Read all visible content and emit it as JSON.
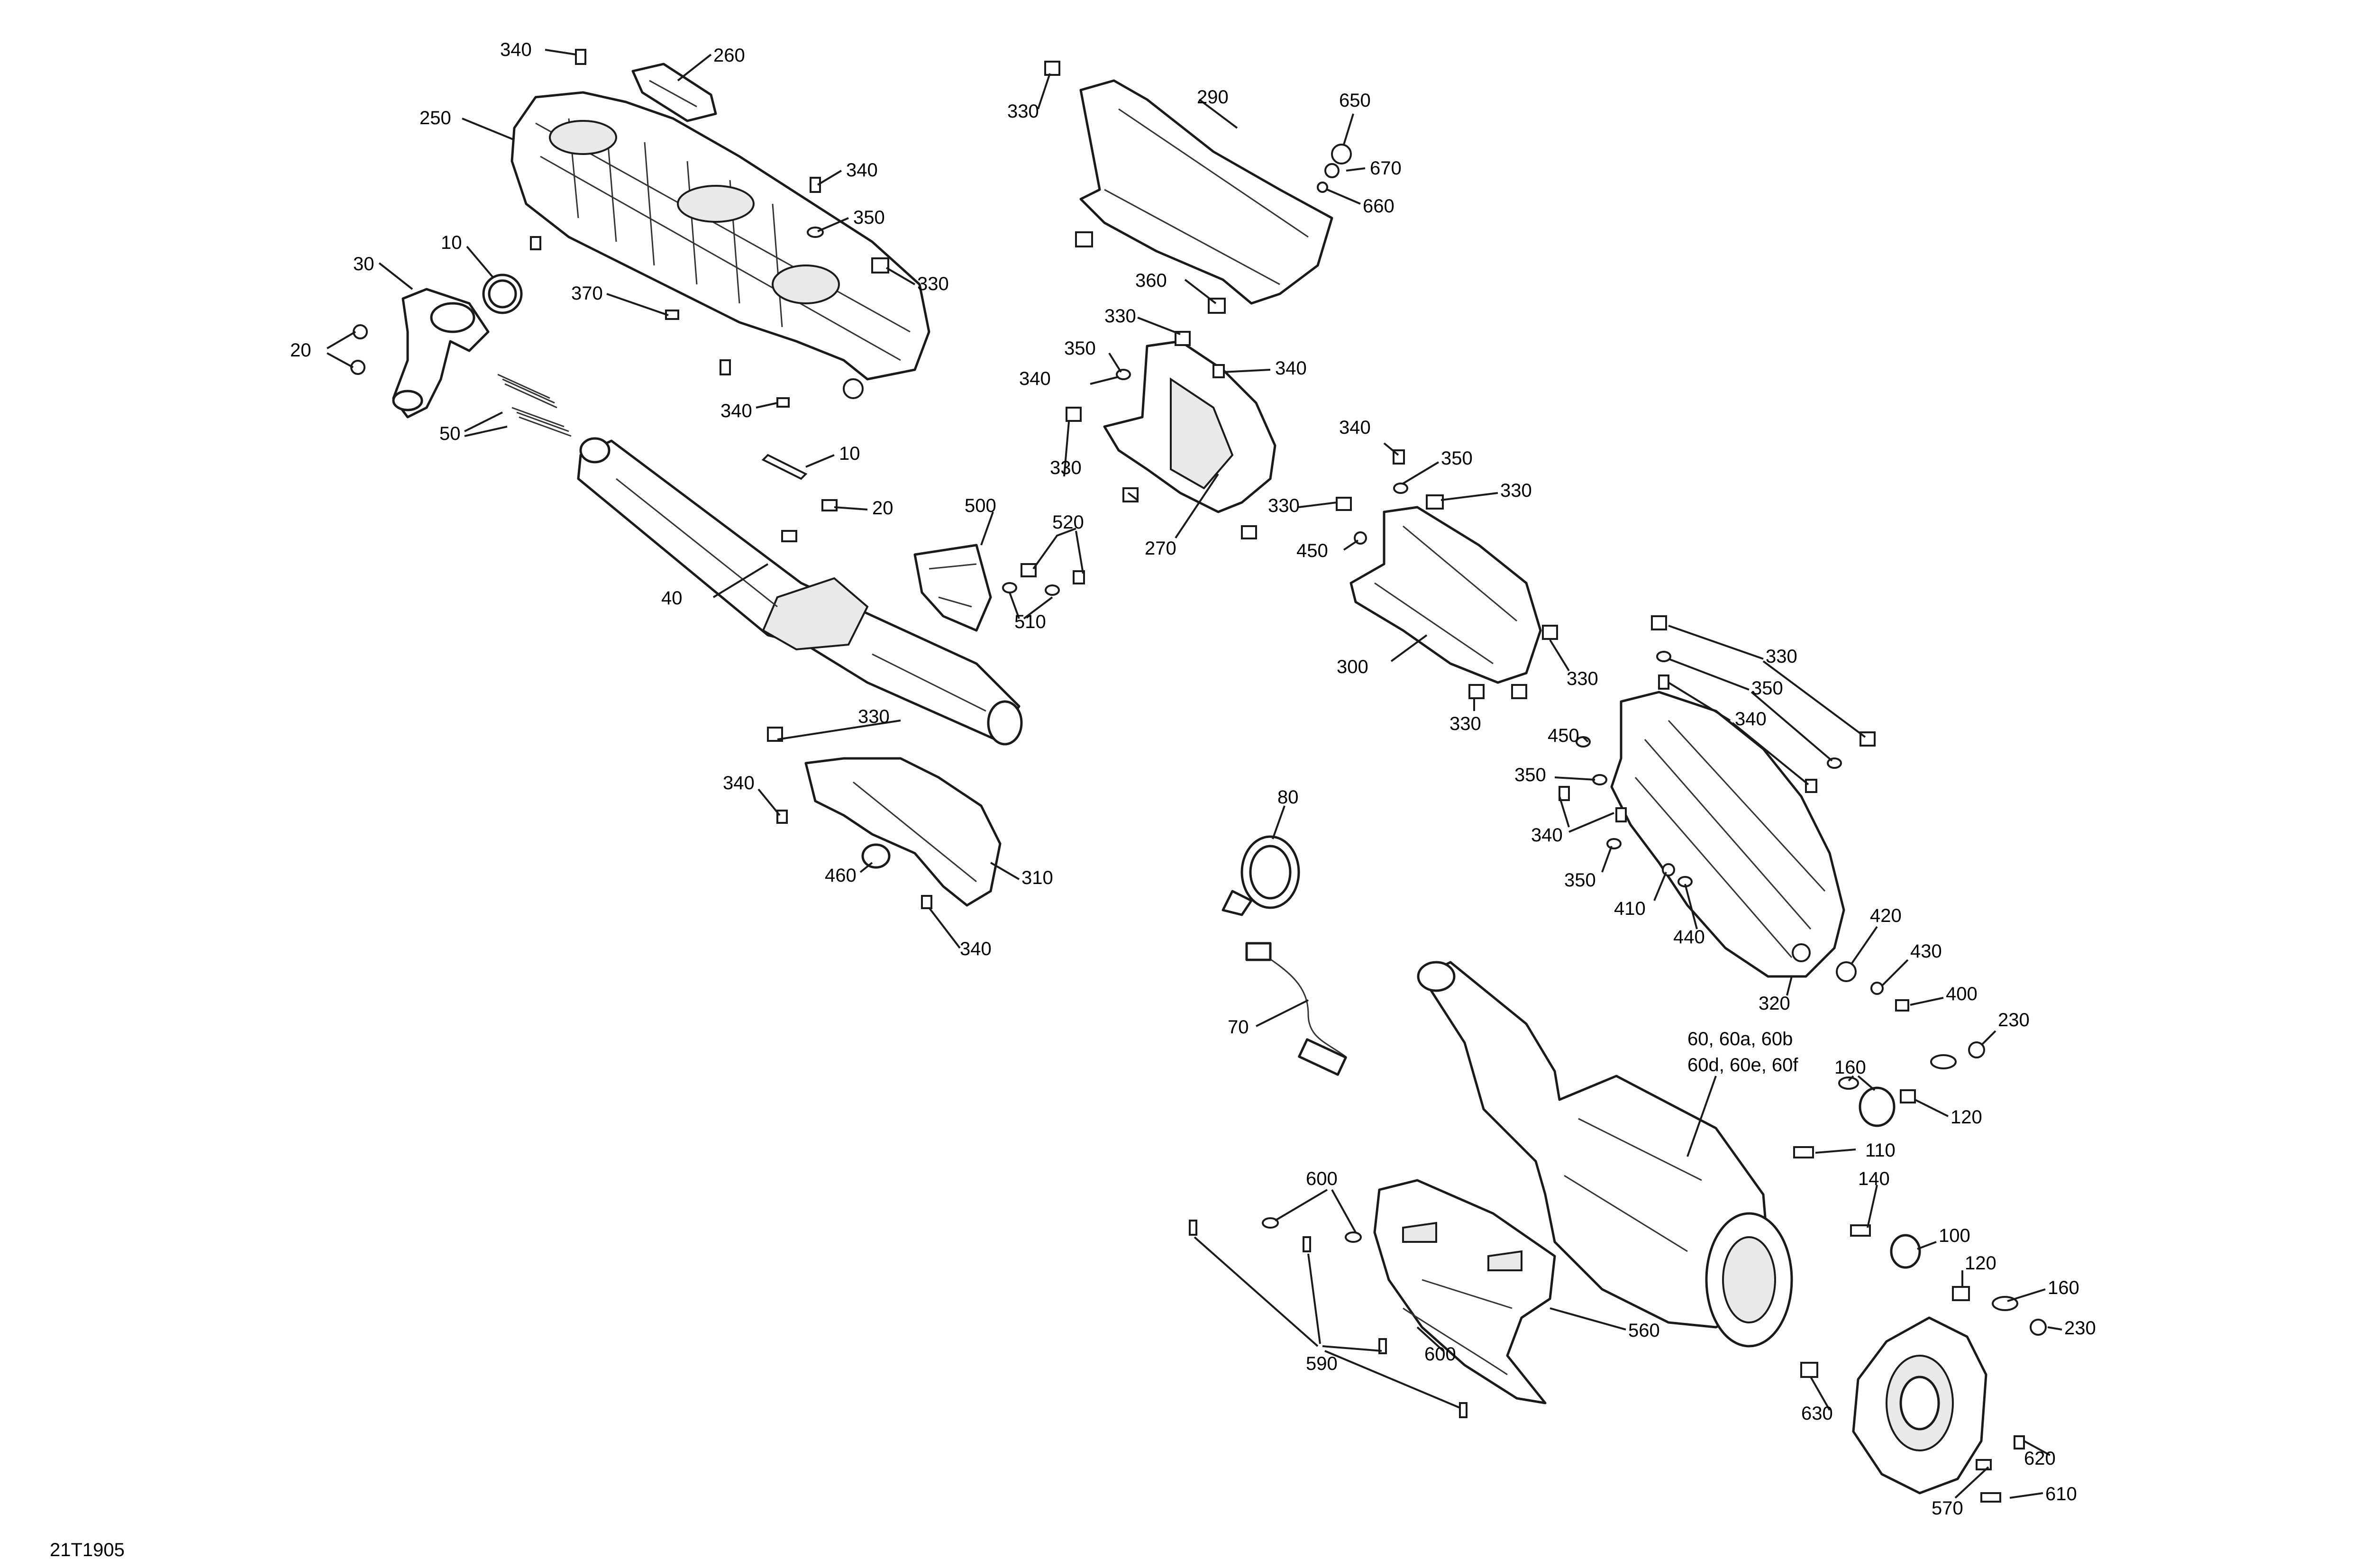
{
  "drawing_code": "21T1905",
  "callouts": {
    "c340_a": "340",
    "c260": "260",
    "c250": "250",
    "c340_b": "340",
    "c350_a": "350",
    "c330_a": "330",
    "c10_a": "10",
    "c30": "30",
    "c370": "370",
    "c20_a": "20",
    "c340_c": "340",
    "c50": "50",
    "c10_b": "10",
    "c20_b": "20",
    "c500": "500",
    "c520": "520",
    "c40": "40",
    "c510": "510",
    "c330_b": "330",
    "c290": "290",
    "c650": "650",
    "c670": "670",
    "c660": "660",
    "c360": "360",
    "c330_c": "330",
    "c350_b": "350",
    "c340_d": "340",
    "c340_e": "340",
    "c330_d": "330",
    "c270": "270",
    "c340_f": "340",
    "c350_c": "350",
    "c330_e": "330",
    "c330_f": "330",
    "c450_a": "450",
    "c300": "300",
    "c330_g": "330",
    "c330_h": "330",
    "c330_i": "330",
    "c350_d": "350",
    "c340_g": "340",
    "c450_b": "450",
    "c350_e": "350",
    "c340_h": "340",
    "c350_f": "350",
    "c410": "410",
    "c440": "440",
    "c320": "320",
    "c420": "420",
    "c430": "430",
    "c400": "400",
    "c230_a": "230",
    "c60": "60, 60a, 60b",
    "c60_2": "60d, 60e, 60f",
    "c160_a": "160",
    "c120_a": "120",
    "c110": "110",
    "c140": "140",
    "c100": "100",
    "c120_b": "120",
    "c160_b": "160",
    "c230_b": "230",
    "c330_j": "330",
    "c340_i": "340",
    "c460": "460",
    "c310": "310",
    "c340_j": "340",
    "c80": "80",
    "c70": "70",
    "c600_a": "600",
    "c590": "590",
    "c600_b": "600",
    "c560": "560",
    "c630": "630",
    "c570": "570",
    "c620": "620",
    "c610": "610"
  }
}
